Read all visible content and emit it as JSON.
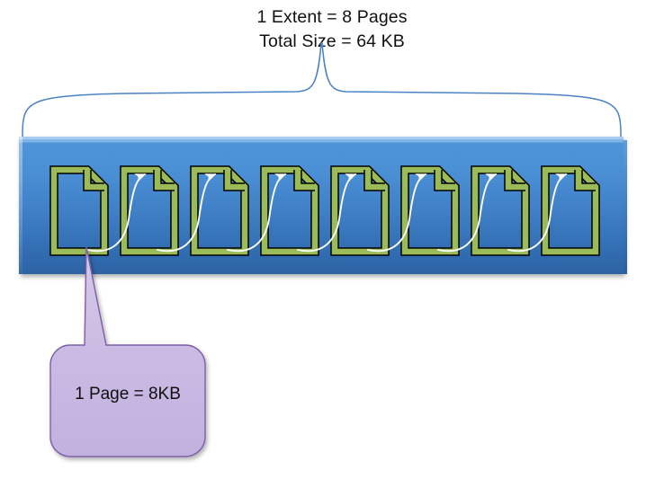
{
  "diagram": {
    "title_lines": [
      "1 Extent = 8 Pages",
      "Total Size = 64 KB"
    ],
    "brace": {
      "name": "extent-span-brace",
      "color": "#4B82C3"
    },
    "extent_bar": {
      "name": "extent-bar",
      "fill_top": "#A9CDF0",
      "fill_mid": "#4A8ED4",
      "fill_bottom": "#2C63A4",
      "page_count": 8
    },
    "pages": [
      {
        "index": 1,
        "icon": "page-document-icon"
      },
      {
        "index": 2,
        "icon": "page-document-icon"
      },
      {
        "index": 3,
        "icon": "page-document-icon"
      },
      {
        "index": 4,
        "icon": "page-document-icon"
      },
      {
        "index": 5,
        "icon": "page-document-icon"
      },
      {
        "index": 6,
        "icon": "page-document-icon"
      },
      {
        "index": 7,
        "icon": "page-document-icon"
      },
      {
        "index": 8,
        "icon": "page-document-icon"
      }
    ],
    "page_style": {
      "outline_color": "#000000",
      "band_color": "#9BBB59",
      "arrow_color": "#FFFFFF"
    },
    "connectors": {
      "name": "page-link-arrow",
      "count": 7,
      "color": "#FFFFFF"
    },
    "callout": {
      "label": "1 Page = 8KB",
      "fill": "#CEBFE4",
      "border": "#7D5FA8"
    }
  }
}
